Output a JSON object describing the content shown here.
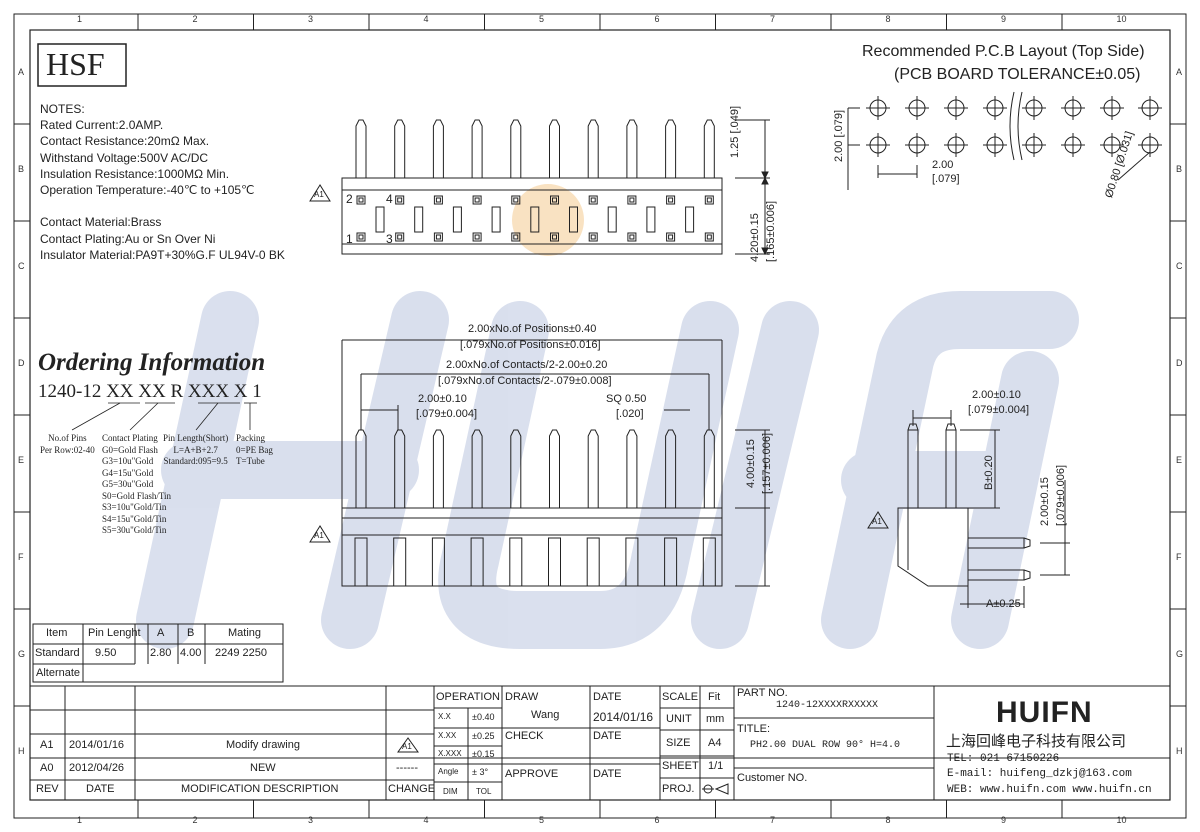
{
  "grid": {
    "cols": [
      "1",
      "2",
      "3",
      "4",
      "5",
      "6",
      "7",
      "8",
      "9",
      "10"
    ],
    "rows": [
      "A",
      "B",
      "C",
      "D",
      "E",
      "F",
      "G",
      "H"
    ]
  },
  "hsf": "HSF",
  "notes": [
    "NOTES:",
    "Rated Current:2.0AMP.",
    "Contact Resistance:20mΩ Max.",
    "Withstand Voltage:500V AC/DC",
    "Insulation Resistance:1000MΩ Min.",
    "Operation Temperature:-40℃ to +105℃",
    "",
    "Contact Material:Brass",
    "Contact Plating:Au or Sn Over Ni",
    "Insulator Material:PA9T+30%G.F UL94V-0 BK"
  ],
  "pcb": {
    "title": "Recommended P.C.B Layout (Top Side)",
    "subtitle": "(PCB BOARD TOLERANCE±0.05)",
    "dim_pitch": "2.00",
    "dim_pitch_in": "[.079]",
    "dim_row": "2.00",
    "dim_row_in": "[.079]",
    "dim_hole": "Ø0.80",
    "dim_hole_in": "[Ø.031]"
  },
  "top_view": {
    "pin_labels": [
      "2",
      "4",
      "1",
      "3"
    ],
    "dim_pin": "1.25",
    "dim_pin_in": "[.049]",
    "dim_h": "4.20±0.15",
    "dim_h_in": "[.165±0.006]",
    "rev_mark": "A1"
  },
  "front_view": {
    "dim_total": "2.00xNo.of Positions±0.40",
    "dim_total_in": "[.079xNo.of Positions±0.016]",
    "dim_contacts": "2.00xNo.of Contacts/2-2.00±0.20",
    "dim_contacts_in": "[.079xNo.of Contacts/2-.079±0.008]",
    "dim_pitch": "2.00±0.10",
    "dim_pitch_in": "[.079±0.004]",
    "dim_sq": "SQ 0.50",
    "dim_sq_in": "[.020]",
    "dim_pin_h": "4.00±0.15",
    "dim_pin_h_in": "[.157±0.006]",
    "rev_mark": "A1"
  },
  "side_view": {
    "dim_pitch": "2.00±0.10",
    "dim_pitch_in": "[.079±0.004]",
    "dim_b": "B±0.20",
    "dim_h": "2.00±0.15",
    "dim_h_in": "[.079±0.006]",
    "dim_a": "A±0.25",
    "rev_mark": "A1"
  },
  "ordering": {
    "title": "Ordering Information",
    "part": "1240-12 XX XX R XXX X 1",
    "col1": [
      "No.of Pins",
      "Per Row:02-40"
    ],
    "col2": [
      "Contact Plating",
      "G0=Gold Flash",
      "G3=10u\"Gold",
      "G4=15u\"Gold",
      "G5=30u\"Gold",
      "S0=Gold Flash/Tin",
      "S3=10u\"Gold/Tin",
      "S4=15u\"Gold/Tin",
      "S5=30u\"Gold/Tin"
    ],
    "col3": [
      "Pin Length(Short)",
      "L=A+B+2.7",
      "Standard:095=9.5"
    ],
    "col4": [
      "Packing",
      "0=PE Bag",
      "T=Tube"
    ]
  },
  "spec_table": {
    "headers": [
      "Item",
      "Pin Lenght",
      "A",
      "B",
      "Mating"
    ],
    "rows": [
      [
        "Standard",
        "9.50",
        "2.80",
        "4.00",
        "2249 2250"
      ],
      [
        "Alternate",
        "",
        "",
        "",
        ""
      ]
    ]
  },
  "revisions": {
    "rows": [
      [
        "A1",
        "2014/01/16",
        "Modify drawing",
        "A1"
      ],
      [
        "A0",
        "2012/04/26",
        "NEW",
        "------"
      ]
    ],
    "header": [
      "REV",
      "DATE",
      "MODIFICATION DESCRIPTION",
      "CHANGE"
    ]
  },
  "tolerance": {
    "operation": "OPERATION",
    "rows": [
      [
        "X.X",
        "±0.40"
      ],
      [
        "X.XX",
        "±0.25"
      ],
      [
        "X.XXX",
        "±0.15"
      ],
      [
        "Angle",
        "± 3°"
      ]
    ],
    "foot": [
      "DIM",
      "TOL"
    ]
  },
  "approvals": {
    "draw": "DRAW",
    "drawer": "Wang",
    "check": "CHECK",
    "approve": "APPROVE",
    "date_label": "DATE",
    "date_value": "2014/01/16"
  },
  "scale": {
    "scale": "SCALE",
    "fit": "Fit",
    "unit": "UNIT",
    "unit_val": "mm",
    "size": "SIZE",
    "size_val": "A4",
    "sheet": "SHEET",
    "sheet_val": "1/1",
    "proj": "PROJ."
  },
  "title_block": {
    "part_no_label": "PART NO.",
    "part_no": "1240-12XXXXRXXXXX",
    "title_label": "TITLE:",
    "title": "PH2.00 DUAL ROW 90° H=4.0",
    "customer": "Customer NO."
  },
  "company": {
    "logo": "HUIFN",
    "name": "上海回峰电子科技有限公司",
    "tel": "TEL: 021-67150226",
    "email": "E-mail: huifeng_dzkj@163.com",
    "web": "WEB: www.huifn.com  www.huifn.cn"
  },
  "colors": {
    "line": "#222222",
    "watermark": "#c9d1e6",
    "accent": "#f3c48a"
  }
}
